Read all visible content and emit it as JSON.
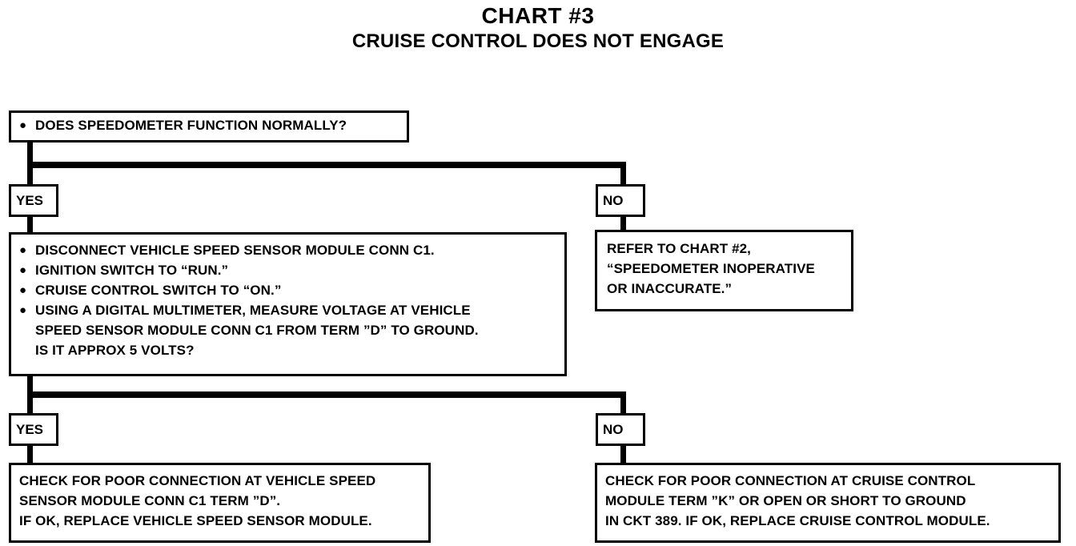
{
  "chart": {
    "title": "CHART #3",
    "subtitle": "CRUISE CONTROL DOES NOT ENGAGE"
  },
  "nodes": {
    "question1": {
      "bullets": [
        "DOES SPEEDOMETER FUNCTION NORMALLY?"
      ]
    },
    "branch1_yes_label": "YES",
    "branch1_no_label": "NO",
    "question2": {
      "bullets": [
        "DISCONNECT VEHICLE SPEED SENSOR MODULE CONN C1.",
        "IGNITION SWITCH TO “RUN.”",
        "CRUISE CONTROL SWITCH TO “ON.”",
        "USING A DIGITAL MULTIMETER, MEASURE VOLTAGE AT VEHICLE\nSPEED SENSOR MODULE CONN C1 FROM TERM ”D” TO GROUND.\nIS IT APPROX 5 VOLTS?"
      ]
    },
    "refer_chart2": {
      "text": "REFER TO CHART #2,\n“SPEEDOMETER INOPERATIVE\nOR INACCURATE.”"
    },
    "branch2_yes_label": "YES",
    "branch2_no_label": "NO",
    "result_yes": {
      "text": "CHECK FOR POOR CONNECTION AT VEHICLE SPEED\nSENSOR MODULE CONN C1 TERM ”D”.\nIF OK, REPLACE VEHICLE SPEED SENSOR MODULE."
    },
    "result_no": {
      "text": "CHECK FOR POOR CONNECTION AT CRUISE CONTROL\nMODULE TERM ”K” OR OPEN OR SHORT TO GROUND\nIN CKT 389.  IF OK, REPLACE CRUISE CONTROL MODULE."
    }
  },
  "icons": {
    "bullet": "●"
  },
  "colors": {
    "ink": "#000000",
    "paper": "#ffffff"
  }
}
